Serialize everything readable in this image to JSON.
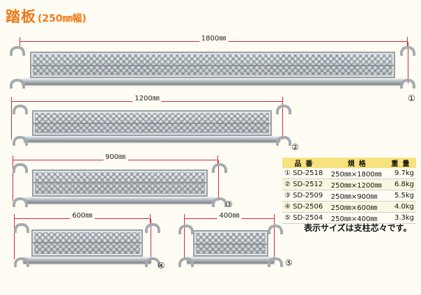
{
  "title": {
    "main": "踏板",
    "sub": "(250㎜幅)"
  },
  "planks": [
    {
      "dim": "1800㎜",
      "marker": "①"
    },
    {
      "dim": "1200㎜",
      "marker": "②"
    },
    {
      "dim": "900㎜",
      "marker": "③"
    },
    {
      "dim": "600㎜",
      "marker": "④"
    },
    {
      "dim": "400㎜",
      "marker": "⑤"
    }
  ],
  "table": {
    "headers": [
      "品番",
      "規格",
      "重量"
    ],
    "rows": [
      {
        "no": "① SD-2518",
        "spec": "250㎜×1800㎜",
        "weight": "9.7kg"
      },
      {
        "no": "② SD-2512",
        "spec": "250㎜×1200㎜",
        "weight": "6.8kg"
      },
      {
        "no": "③ SD-2509",
        "spec": "250㎜×900㎜",
        "weight": "5.5kg"
      },
      {
        "no": "④ SD-2506",
        "spec": "250㎜×600㎜",
        "weight": "4.0kg"
      },
      {
        "no": "⑤ SD-2504",
        "spec": "250㎜×400㎜",
        "weight": "3.3kg"
      }
    ]
  },
  "note": "表示サイズは支柱芯々です。",
  "colors": {
    "title": "#f07818",
    "dimension_line": "#d7263d",
    "table_header": "#f7e27d"
  }
}
